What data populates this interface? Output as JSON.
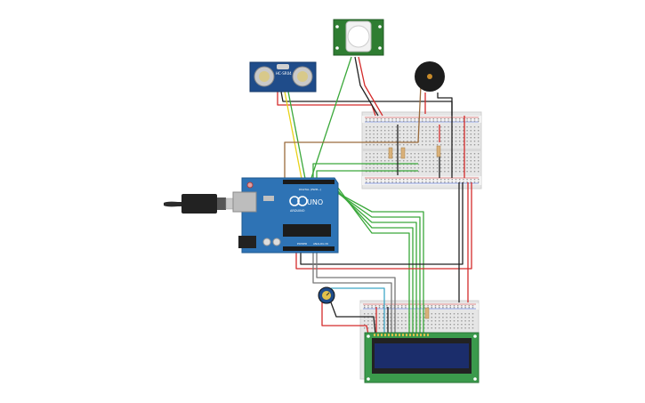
{
  "components": {
    "ultrasonic": {
      "model": "HC-SR04"
    },
    "arduino": {
      "model": "UNO",
      "brand": "ARDUINO",
      "digital_label": "DIGITAL (PWM~)",
      "power_label": "POWER",
      "analog_label": "ANALOG IN"
    },
    "pir": {
      "name": "PIR sensor"
    },
    "buzzer": {
      "name": "buzzer"
    },
    "potentiometer": {
      "name": "potentiometer"
    },
    "lcd": {
      "name": "LCD 16x2"
    }
  },
  "colors": {
    "wire_red": "#d42b2b",
    "wire_black": "#222222",
    "wire_green": "#3aa83a",
    "wire_yellow": "#e8d21a",
    "wire_brown": "#9a6b3c",
    "wire_gray": "#777777",
    "wire_cyan": "#3fa7c8",
    "arduino_blue": "#2e73b5",
    "sensor_blue": "#1f4c8a",
    "pir_green": "#2f7d32",
    "lcd_green": "#3b9a4c",
    "lcd_screen": "#1b2d6b"
  }
}
